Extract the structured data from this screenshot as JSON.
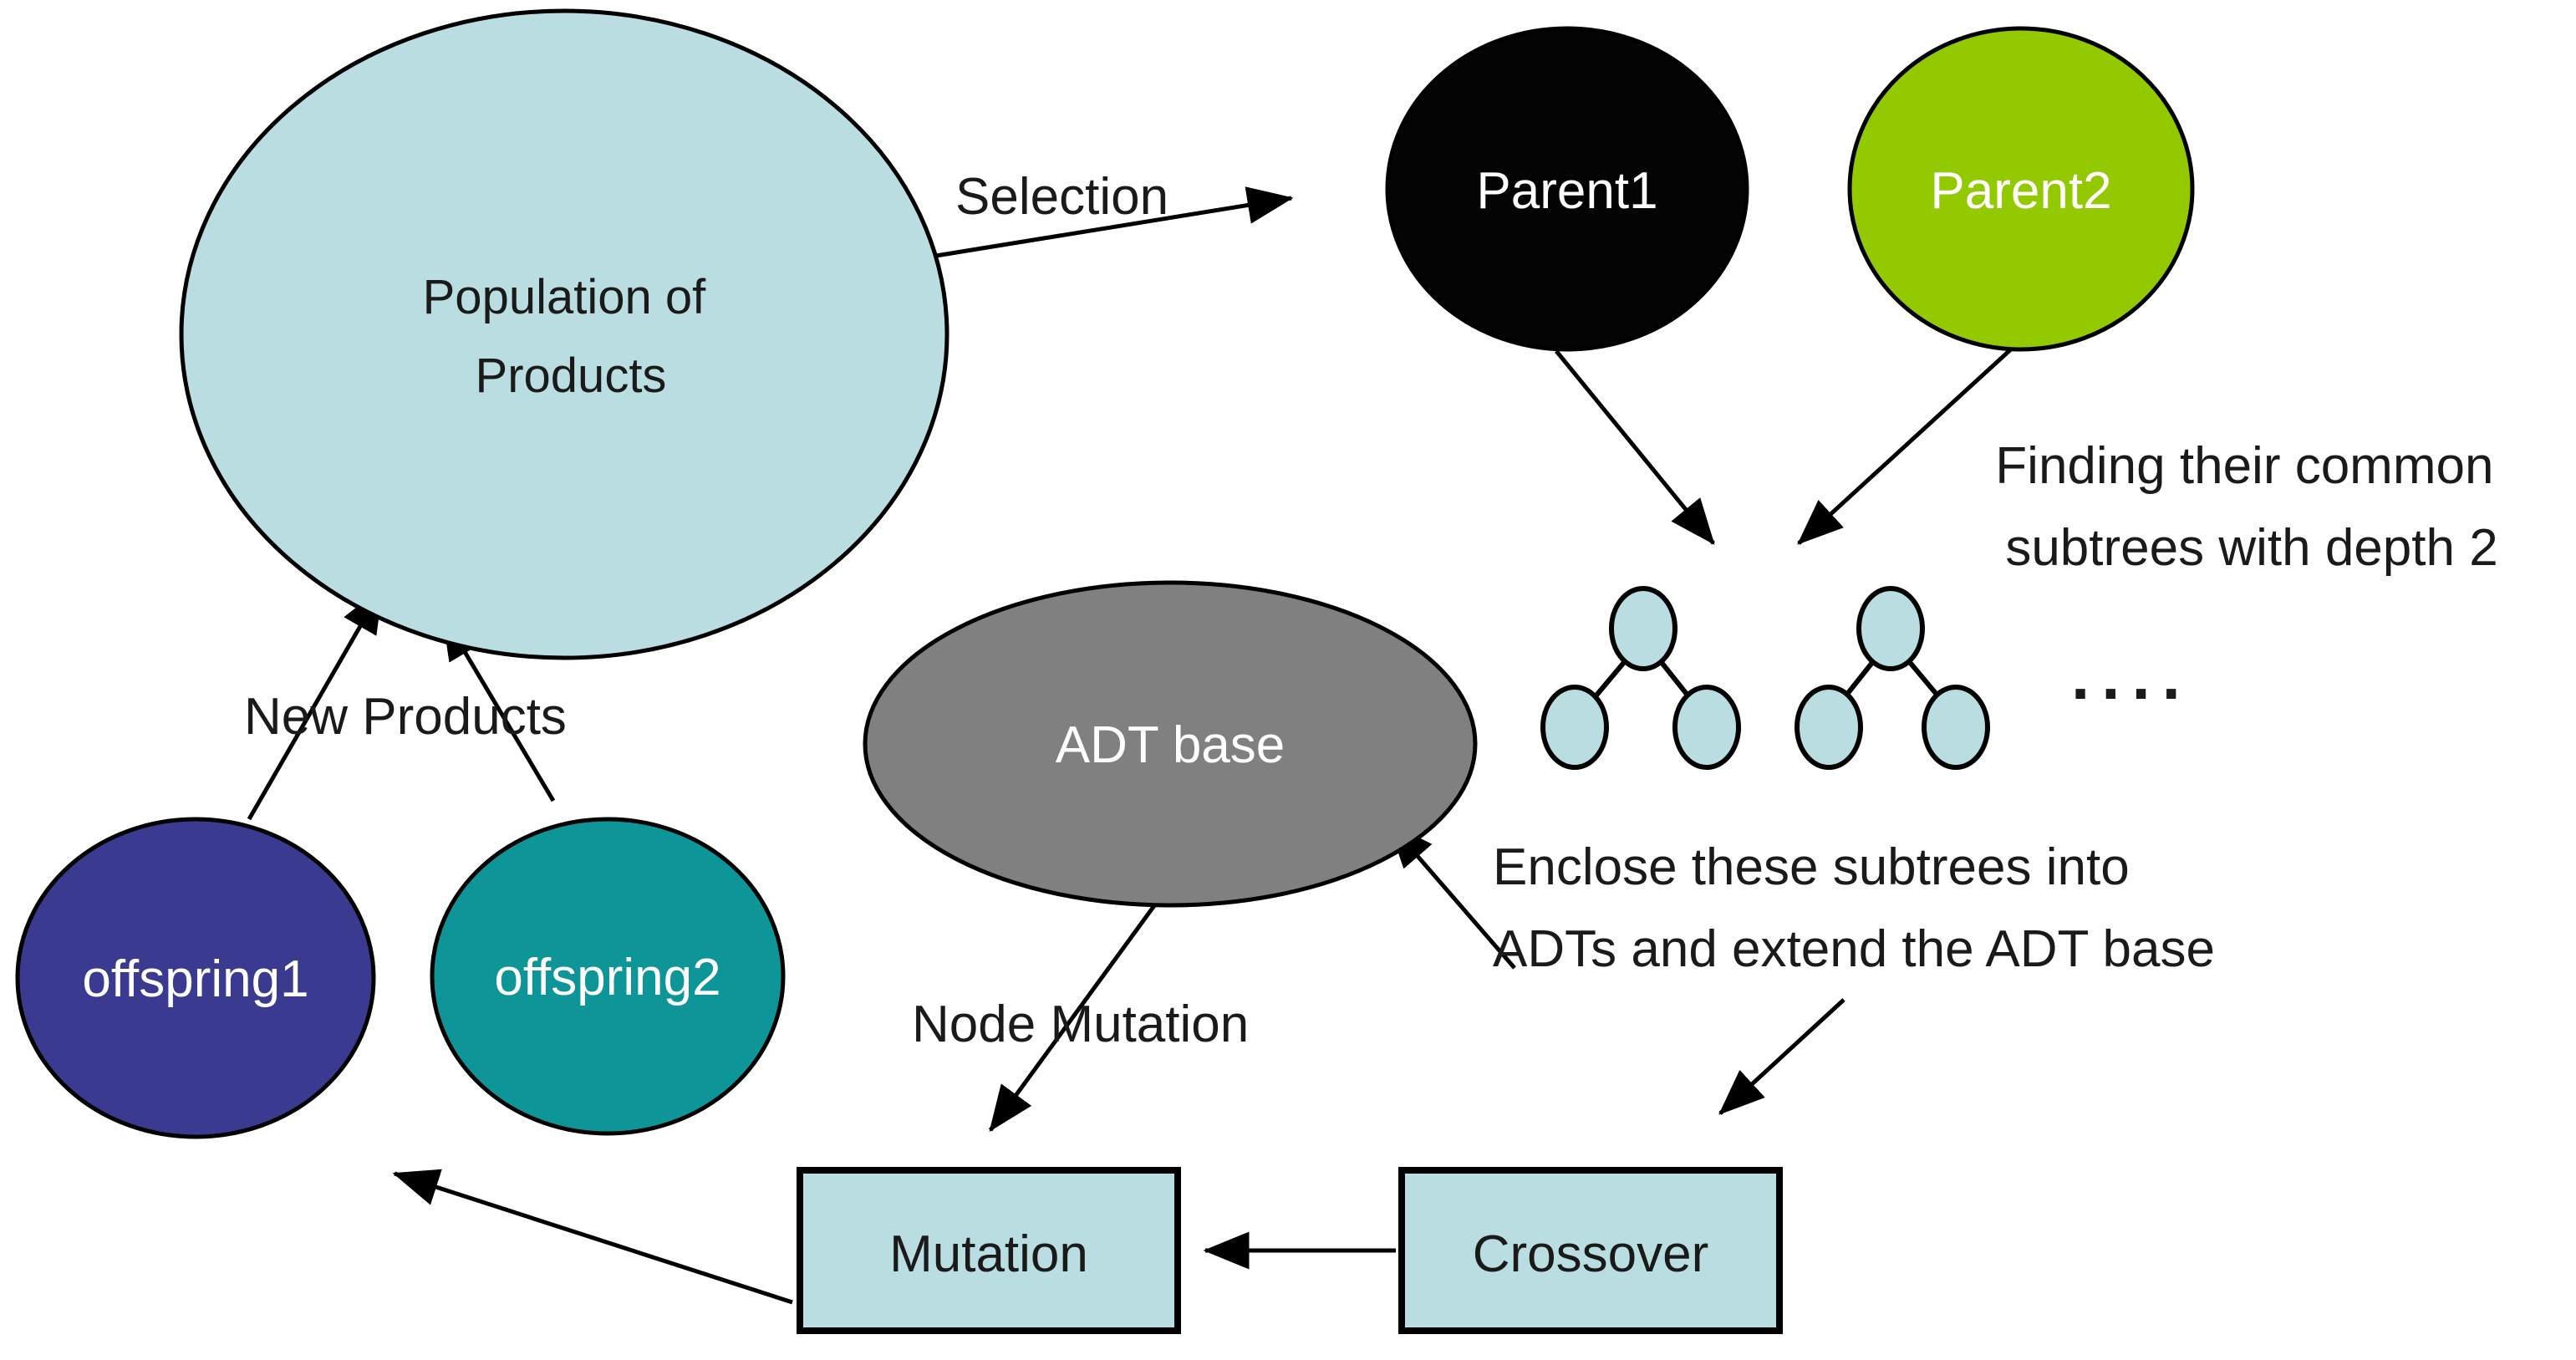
{
  "colors": {
    "node_light_blue": "#b9dde1",
    "parent1_black": "#040404",
    "parent2_green": "#92c901",
    "adt_gray": "#808080",
    "offspring1_navy": "#3a3a91",
    "offspring2_teal": "#0d9598",
    "outline_black": "#000000",
    "text_white": "#ffffff",
    "text_black": "#1a1a1a"
  },
  "nodes": {
    "population": {
      "line1": "Population of",
      "line2": "Products"
    },
    "parent1": {
      "label": "Parent1"
    },
    "parent2": {
      "label": "Parent2"
    },
    "adt_base": {
      "label": "ADT base"
    },
    "offspring1": {
      "label": "offspring1"
    },
    "offspring2": {
      "label": "offspring2"
    },
    "mutation": {
      "label": "Mutation"
    },
    "crossover": {
      "label": "Crossover"
    }
  },
  "annotations": {
    "selection": "Selection",
    "finding": {
      "line1": "Finding their common",
      "line2": "subtrees with depth 2"
    },
    "enclose": {
      "line1": "Enclose these subtrees into",
      "line2": "ADTs and extend the ADT base"
    },
    "node_mutation": "Node Mutation",
    "new_products": "New Products",
    "ellipsis": "...."
  }
}
